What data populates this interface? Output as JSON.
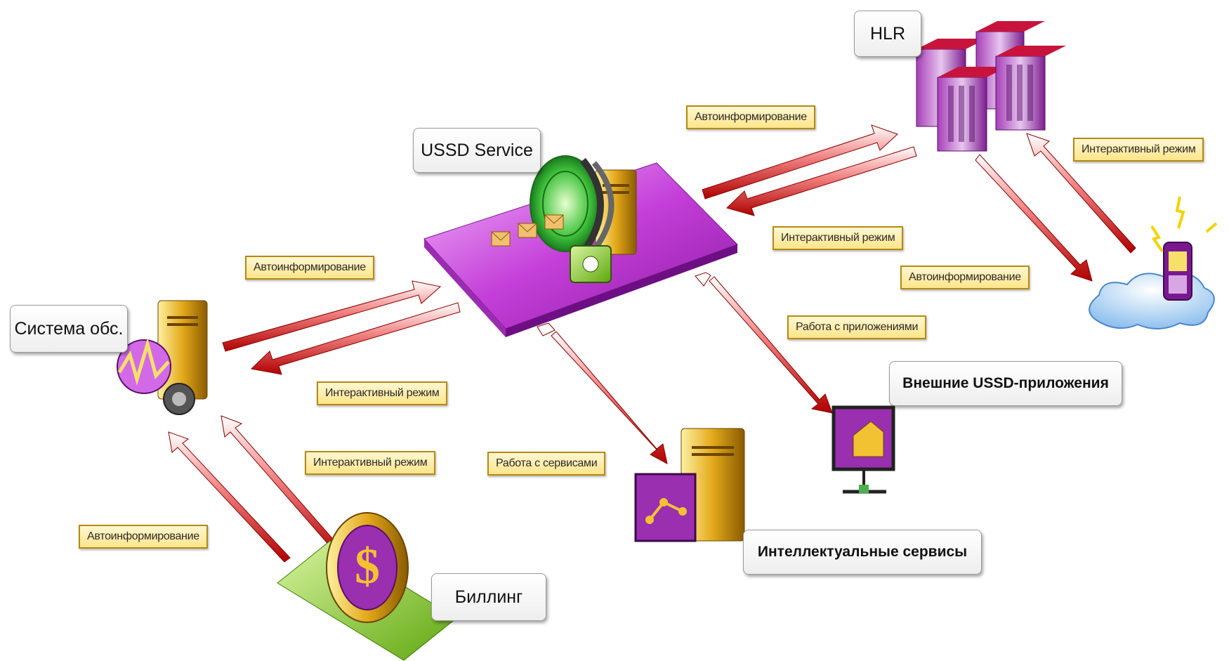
{
  "nodes": {
    "hlr": "HLR",
    "ussd_service": "USSD Service",
    "subscriber_system": "Система обс.",
    "billing": "Биллинг",
    "intelligent_services": "Интеллектуальные сервисы",
    "external_apps": "Внешние USSD-приложения"
  },
  "links": {
    "auto_hlr": "Автоинформирование",
    "inter_hlr": "Интерактивный режим",
    "inter_phone": "Интерактивный режим",
    "auto_phone": "Автоинформирование",
    "auto_left": "Автоинформирование",
    "inter_left": "Интерактивный режим",
    "apps": "Работа с приложениями",
    "services": "Работа с сервисами",
    "inter_billing": "Интерактивный режим",
    "auto_billing": "Автоинформирование"
  },
  "colors": {
    "arrow": "#d41515",
    "platform": "#c23bd6",
    "server": "#e0a81a",
    "tag_border": "#b58a12"
  }
}
